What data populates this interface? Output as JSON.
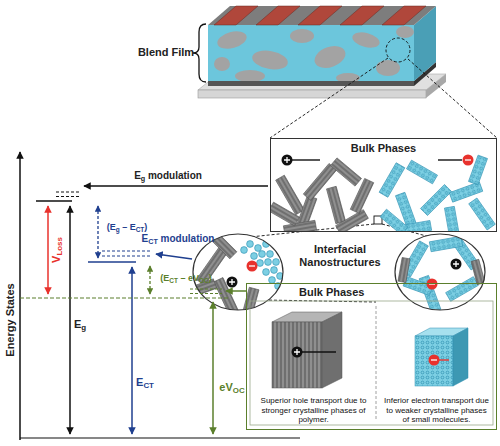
{
  "diagram": {
    "nodes": [
      {
        "text": [
          "Bulk Phases"
        ]
      },
      {
        "text": [
          "Bulk Phases"
        ]
      },
      {
        "text": [
          "Superior hole transport due to stronger crystalline phases of polymer."
        ],
        "in": 1
      },
      {
        "text": [
          "Inferior electron transport due to weaker crystalline phases of small molecules."
        ],
        "in": 1
      }
    ],
    "labels": [
      "Blend Film",
      "Energy States",
      "Eg modulation",
      "VLoss",
      "Eg",
      "(Eg – ECT)",
      "ECT modulation",
      "ECT",
      "(ECT – eVOC)",
      "eVOC",
      "Interfacial Nanostructures"
    ]
  }
}
